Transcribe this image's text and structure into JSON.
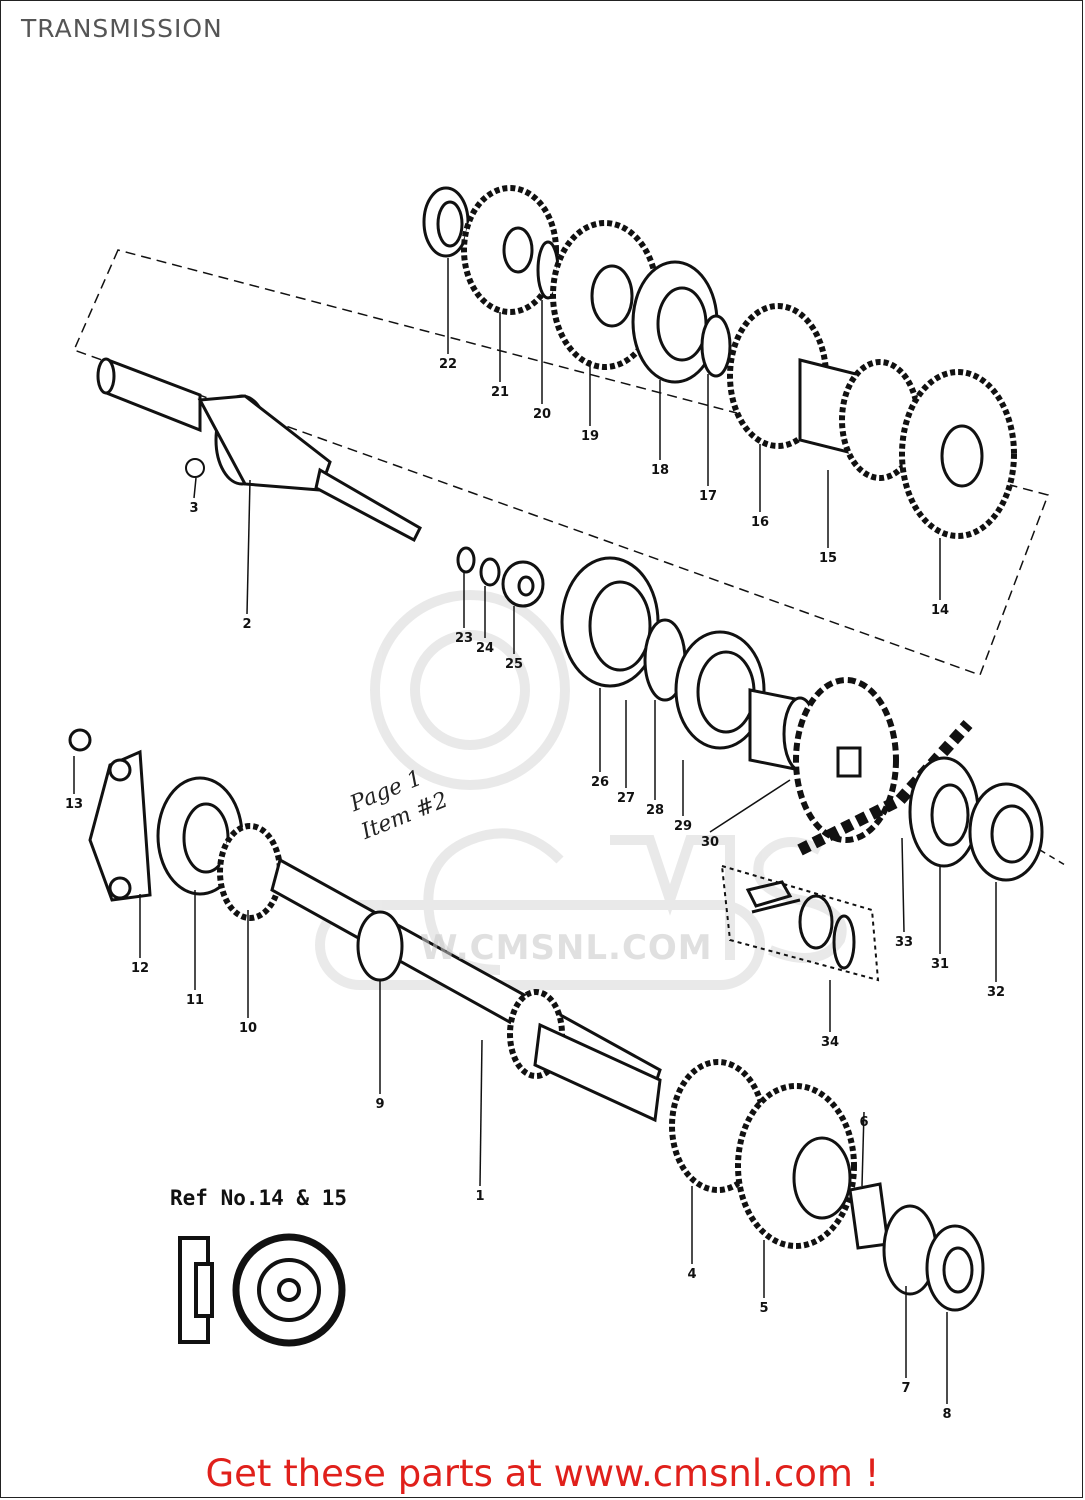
{
  "page": {
    "title": "TRANSMISSION"
  },
  "diagram": {
    "ref_note": "Ref No.14 & 15",
    "handwritten_note": [
      "Page 1",
      "Item #2"
    ],
    "watermark": "W.CMSNL.COM",
    "callouts": [
      "1",
      "2",
      "3",
      "4",
      "5",
      "6",
      "7",
      "8",
      "9",
      "10",
      "11",
      "12",
      "13",
      "14",
      "15",
      "16",
      "17",
      "18",
      "19",
      "20",
      "21",
      "22",
      "23",
      "24",
      "25",
      "26",
      "27",
      "28",
      "29",
      "30",
      "31",
      "32",
      "33",
      "34"
    ]
  },
  "footer": {
    "cta": "Get these parts at www.cmsnl.com !"
  },
  "colors": {
    "ink": "#111111",
    "cta": "#e0201b",
    "watermark": "#c8c8c8"
  }
}
